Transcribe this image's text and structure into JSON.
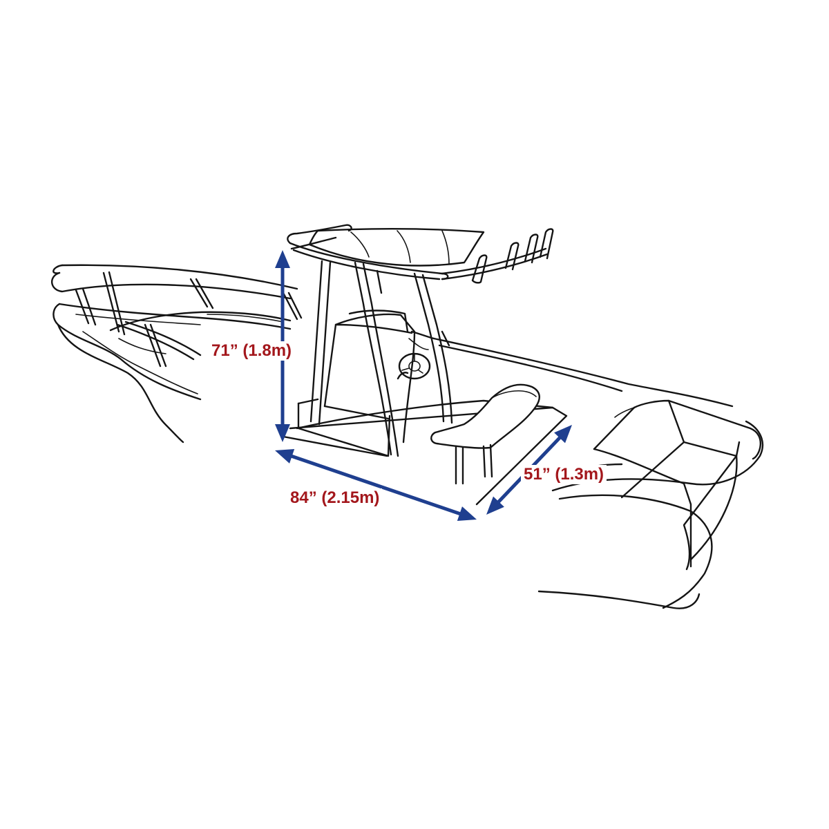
{
  "colors": {
    "line": "#141414",
    "dimension_arrow": "#1f3f8f",
    "dimension_text": "#a3171c",
    "background": "#ffffff"
  },
  "dimensions": {
    "height": {
      "label": "71” (1.8m)",
      "inches": 71,
      "meters": 1.8
    },
    "length": {
      "label": "84” (2.15m)",
      "inches": 84,
      "meters": 2.15
    },
    "width": {
      "label": "51” (1.3m)",
      "inches": 51,
      "meters": 1.3
    }
  }
}
